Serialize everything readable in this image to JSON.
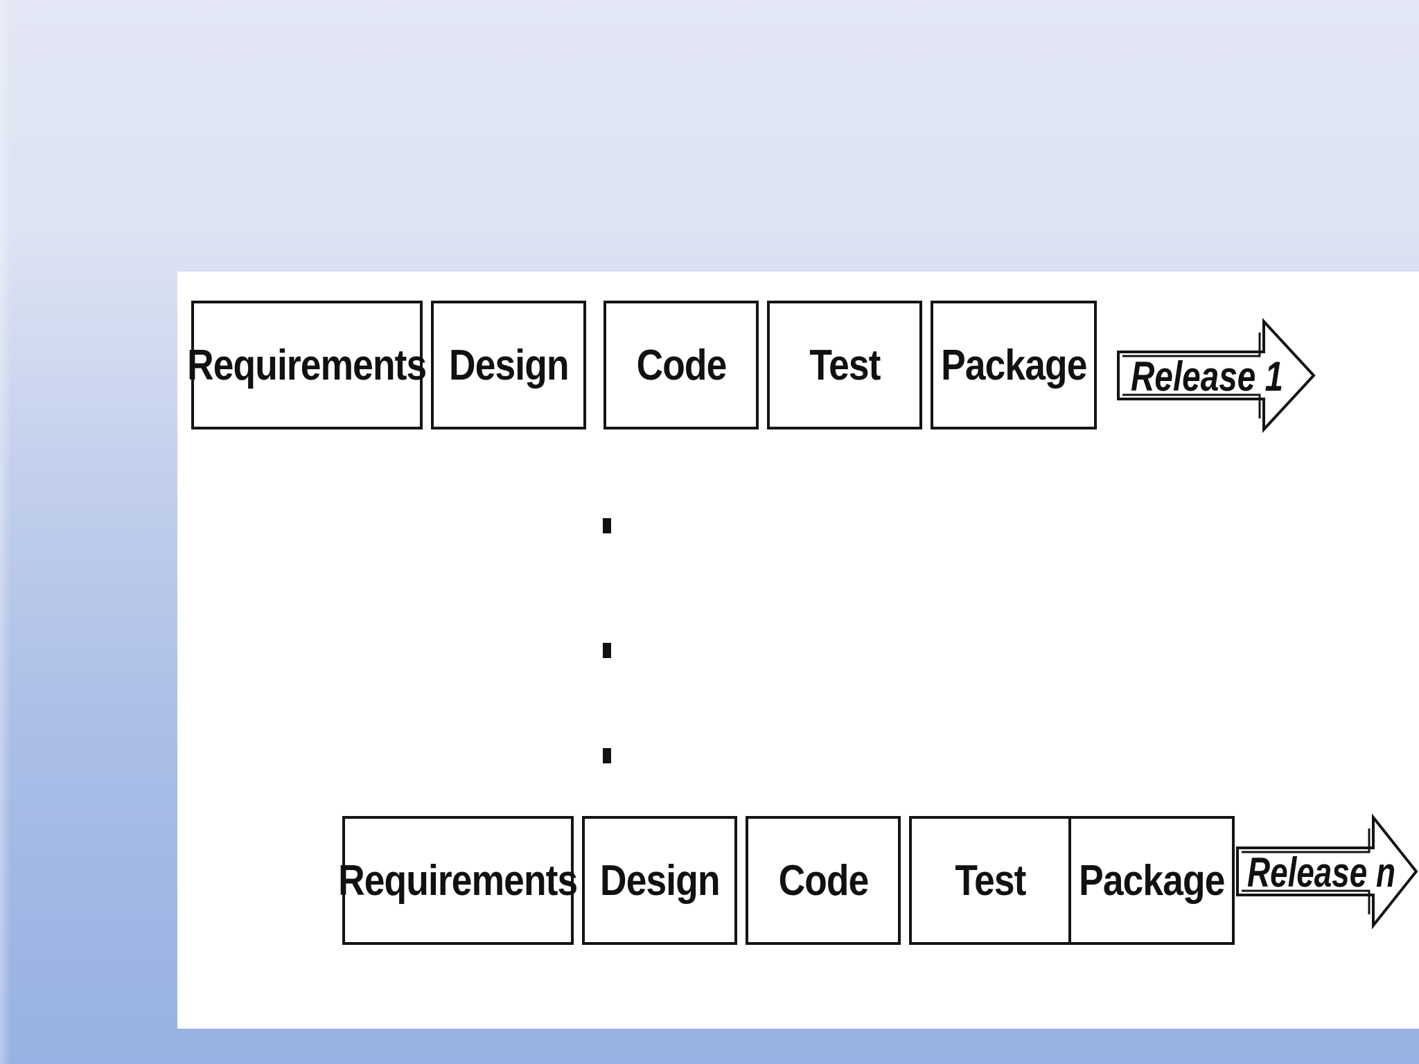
{
  "diagram": {
    "rows": [
      {
        "stages": [
          "Requirements",
          "Design",
          "Code",
          "Test",
          "Package"
        ],
        "release_label": "Release 1"
      },
      {
        "stages": [
          "Requirements",
          "Design",
          "Code",
          "Test",
          "Package"
        ],
        "release_label": "Release n"
      }
    ],
    "ellipsis_dots": 3
  }
}
